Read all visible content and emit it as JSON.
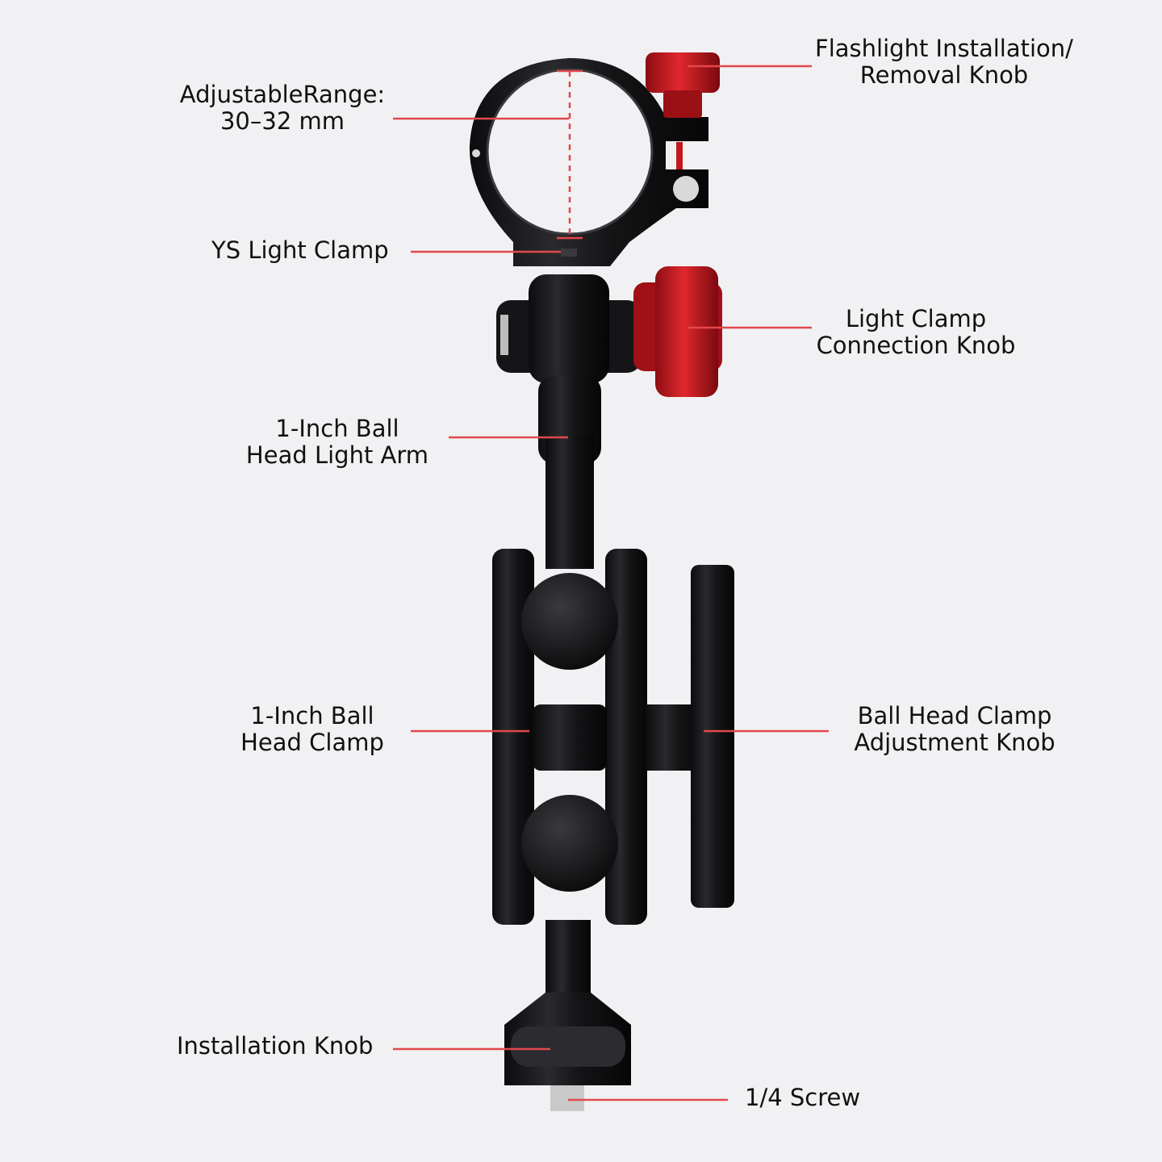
{
  "colors": {
    "background": "#f1f1f3",
    "leader_line": "#e2484c",
    "metal_black": "#141416",
    "knob_red": "#c4161c"
  },
  "labels": {
    "adjustable_range": [
      "AdjustableRange:",
      "30–32 mm"
    ],
    "flashlight_knob": [
      "Flashlight Installation/",
      "Removal Knob"
    ],
    "ys_light_clamp": [
      "YS Light Clamp"
    ],
    "light_clamp_knob": [
      "Light Clamp",
      "Connection Knob"
    ],
    "ball_head_arm": [
      "1-Inch Ball",
      "Head Light Arm"
    ],
    "ball_head_clamp": [
      "1-Inch Ball",
      "Head Clamp"
    ],
    "clamp_adjust_knob": [
      "Ball Head Clamp",
      "Adjustment Knob"
    ],
    "installation_knob": [
      "Installation Knob"
    ],
    "screw": [
      "1/4 Screw"
    ]
  }
}
